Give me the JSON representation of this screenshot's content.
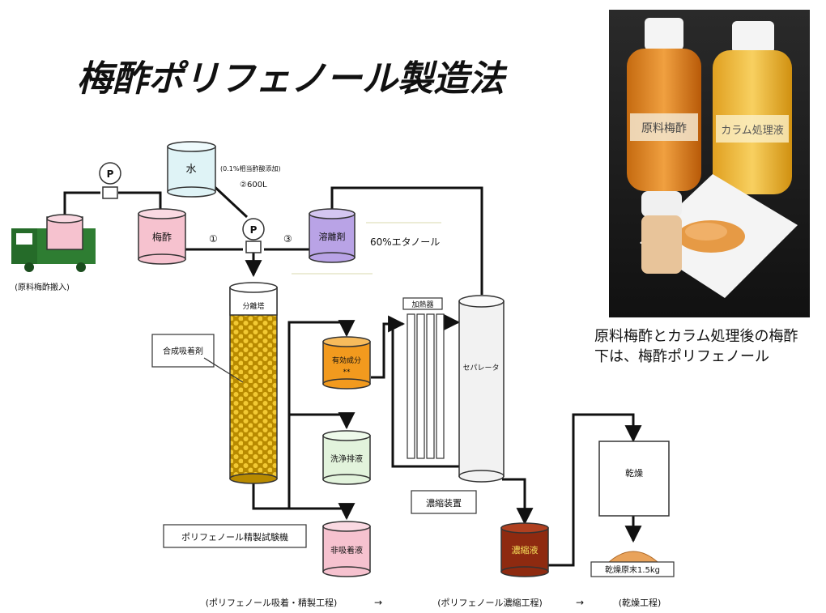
{
  "title": "梅酢ポリフェノール製造法",
  "photo": {
    "bottle_left_label": "原料梅酢",
    "bottle_right_label": "カラム処理液",
    "caption_line1": "原料梅酢とカラム処理後の梅酢",
    "caption_line2": "下は、梅酢ポリフェノール"
  },
  "labels": {
    "pump": "P",
    "water_tank": "水",
    "acid_note": "(0.1%相当酢酸添加)",
    "volume_note": "②600L",
    "step1": "①",
    "step3": "③",
    "plum_tank": "梅酢",
    "truck_caption": "(原料梅酢搬入)",
    "solvent_tank": "溶離剤",
    "ethanol_note": "60%エタノール",
    "column_label": "分離塔",
    "adsorbent_box": "合成吸着剤",
    "active_tank_line1": "有効成分",
    "active_tank_line2": "**",
    "wash_tank": "洗浄排液",
    "nonadsorbed_tank": "非吸着液",
    "test_machine_box": "ポリフェノール精製試験機",
    "heater_label": "加熱器",
    "separator_label": "セパレータ",
    "concentrator_box": "濃縮装置",
    "concentrate_tank": "濃縮液",
    "dryer_label": "乾燥",
    "powder_label": "乾燥原末1.5kg",
    "process1": "(ポリフェノール吸着・精製工程)",
    "arrow1": "→",
    "process2": "(ポリフェノール濃縮工程)",
    "arrow2": "→",
    "process3": "(乾燥工程)"
  },
  "colors": {
    "pipe": "#111111",
    "truck": "#2e7d32",
    "plum_liquid": "#f6c2cf",
    "water": "#dff3f6",
    "solvent": "#b9a3e6",
    "column_beads": "#e0b21a",
    "active": "#f29a1e",
    "wash": "#e2f3dc",
    "nonadsorbed": "#f6c2cf",
    "concentrate": "#8e2a10",
    "powder": "#e9a35b"
  }
}
